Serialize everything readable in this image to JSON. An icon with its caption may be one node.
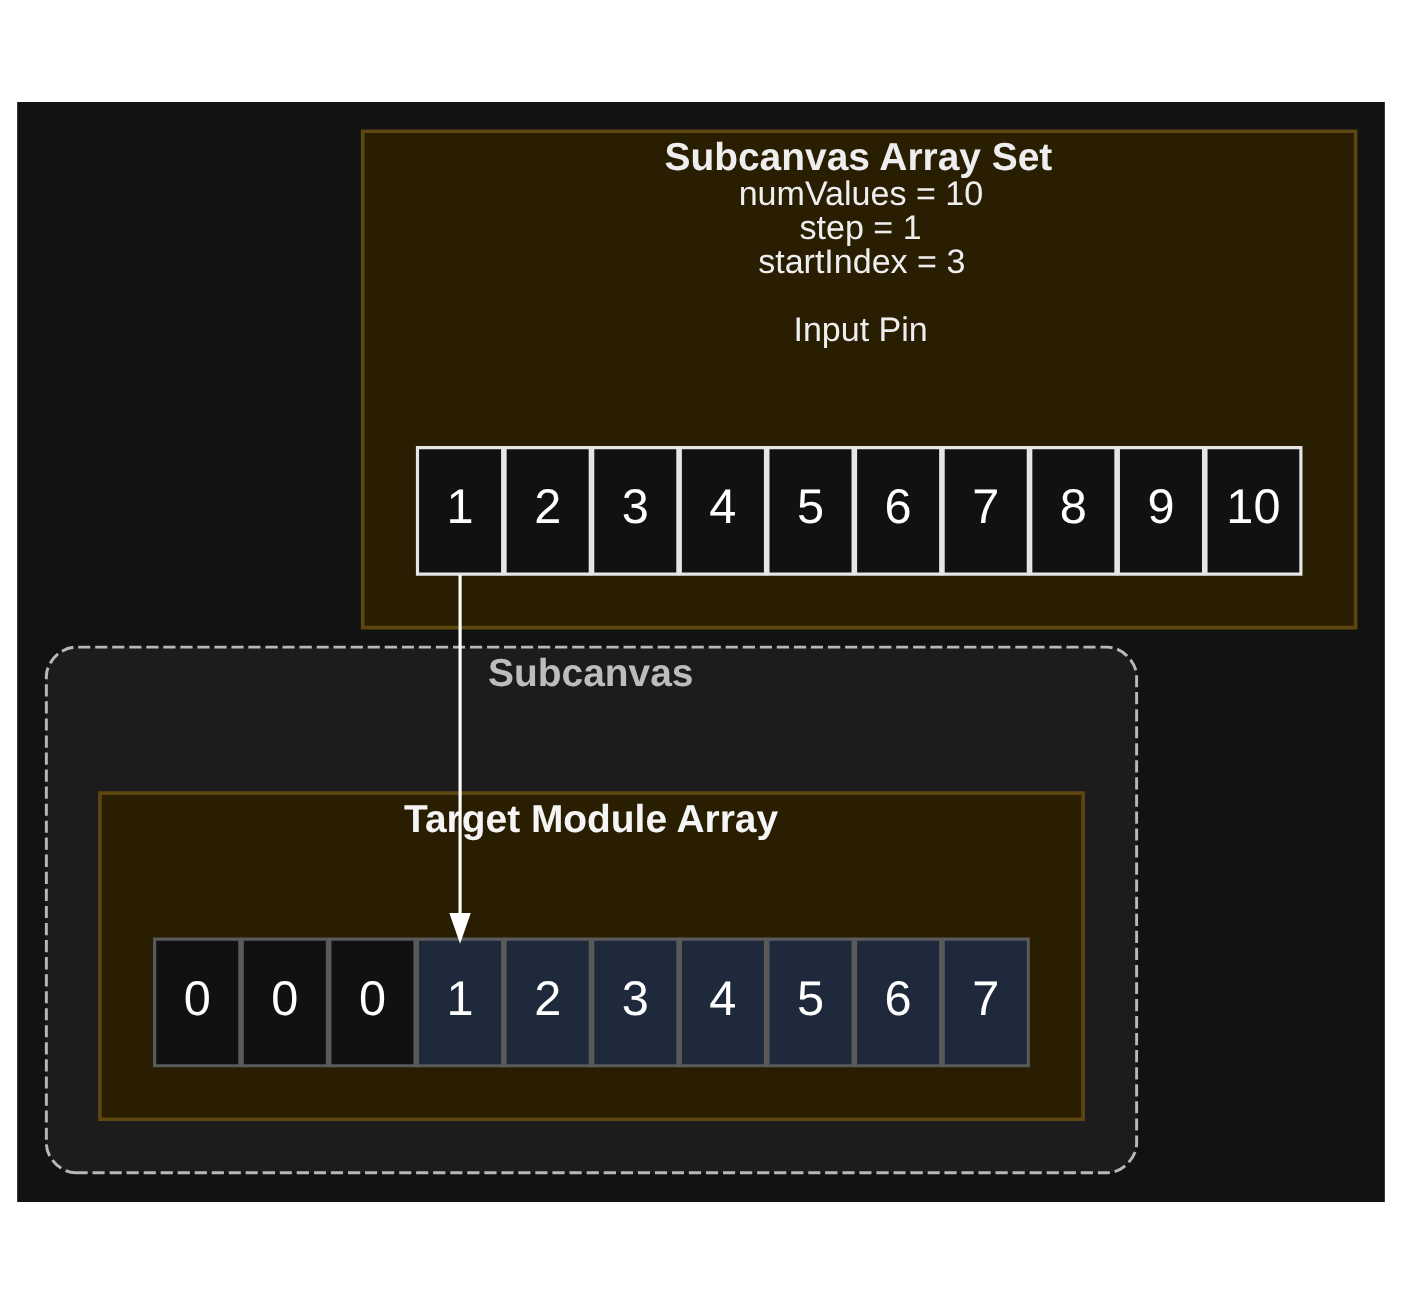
{
  "diagram": {
    "nodes": [
      {
        "text": [
          "Subcanvas Array Set",
          "numValues = 10",
          "step = 1",
          "startIndex = 3",
          "Input Pin"
        ]
      },
      {
        "text": [
          "1"
        ],
        "in": 0
      },
      {
        "text": [
          "2"
        ],
        "in": 0
      },
      {
        "text": [
          "3"
        ],
        "in": 0
      },
      {
        "text": [
          "4"
        ],
        "in": 0
      },
      {
        "text": [
          "5"
        ],
        "in": 0
      },
      {
        "text": [
          "6"
        ],
        "in": 0
      },
      {
        "text": [
          "7"
        ],
        "in": 0
      },
      {
        "text": [
          "8"
        ],
        "in": 0
      },
      {
        "text": [
          "9"
        ],
        "in": 0
      },
      {
        "text": [
          "10"
        ],
        "in": 0
      },
      {
        "text": [
          "Subcanvas"
        ]
      },
      {
        "text": [
          "Target Module Array"
        ],
        "in": 11
      },
      {
        "text": [
          "0"
        ],
        "in": 12
      },
      {
        "text": [
          "0"
        ],
        "in": 12
      },
      {
        "text": [
          "0"
        ],
        "in": 12
      },
      {
        "text": [
          "1"
        ],
        "in": 12
      },
      {
        "text": [
          "2"
        ],
        "in": 12
      },
      {
        "text": [
          "3"
        ],
        "in": 12
      },
      {
        "text": [
          "4"
        ],
        "in": 12
      },
      {
        "text": [
          "5"
        ],
        "in": 12
      },
      {
        "text": [
          "6"
        ],
        "in": 12
      },
      {
        "text": [
          "7"
        ],
        "in": 12
      }
    ],
    "edges": [
      {
        "from": 1,
        "to": 16,
        "arrow": "to"
      }
    ]
  }
}
